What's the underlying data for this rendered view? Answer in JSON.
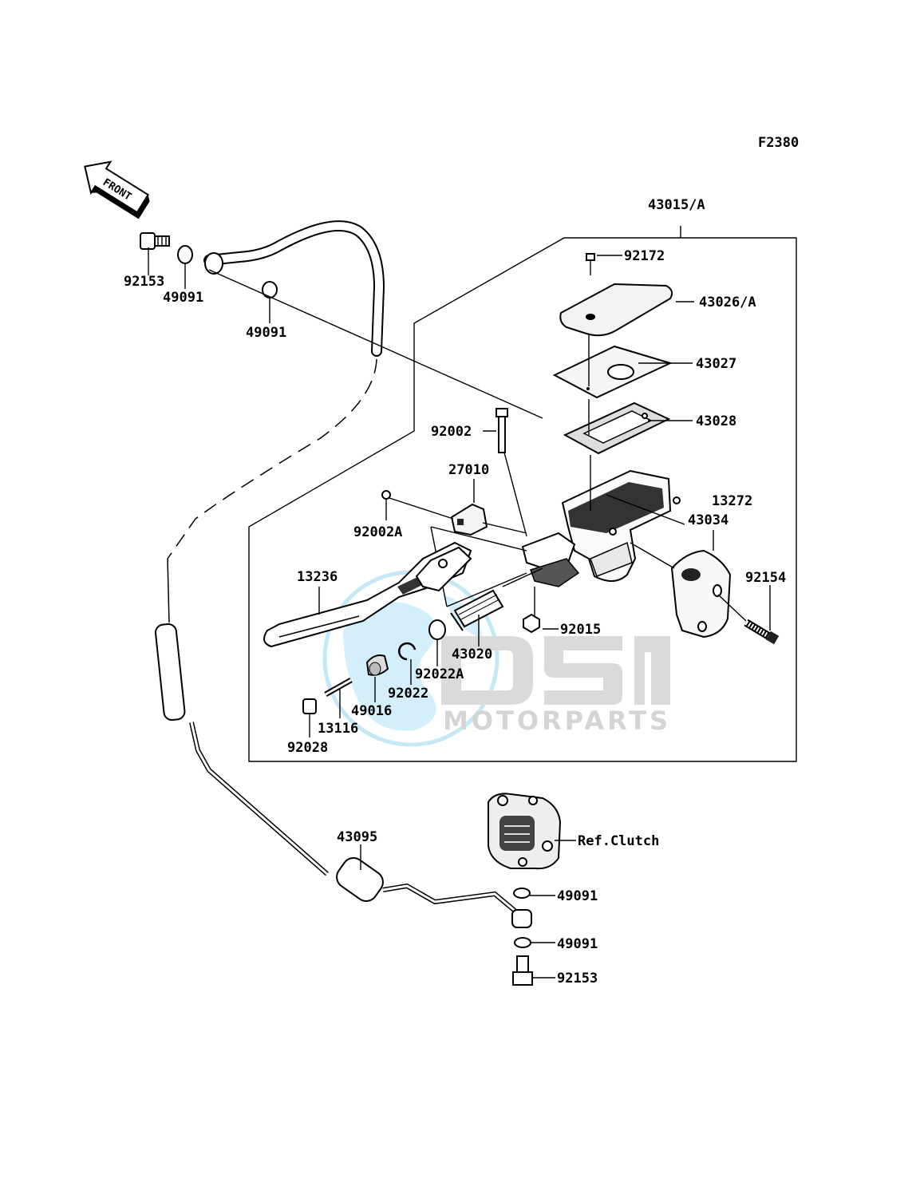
{
  "figure_code": "F2380",
  "front_label": "FRONT",
  "watermark": {
    "brand": "DSM",
    "sub": "MOTORPARTS"
  },
  "parts": [
    {
      "id": "p-43015a",
      "label": "43015/A"
    },
    {
      "id": "p-92172",
      "label": "92172"
    },
    {
      "id": "p-43026a",
      "label": "43026/A"
    },
    {
      "id": "p-43027",
      "label": "43027"
    },
    {
      "id": "p-43028",
      "label": "43028"
    },
    {
      "id": "p-92002",
      "label": "92002"
    },
    {
      "id": "p-27010",
      "label": "27010"
    },
    {
      "id": "p-13272",
      "label": "13272"
    },
    {
      "id": "p-92002a",
      "label": "92002A"
    },
    {
      "id": "p-43034",
      "label": "43034"
    },
    {
      "id": "p-13236",
      "label": "13236"
    },
    {
      "id": "p-92154",
      "label": "92154"
    },
    {
      "id": "p-92015",
      "label": "92015"
    },
    {
      "id": "p-43020",
      "label": "43020"
    },
    {
      "id": "p-92022a",
      "label": "92022A"
    },
    {
      "id": "p-92022",
      "label": "92022"
    },
    {
      "id": "p-49016",
      "label": "49016"
    },
    {
      "id": "p-13116",
      "label": "13116"
    },
    {
      "id": "p-92028",
      "label": "92028"
    },
    {
      "id": "p-92153-top",
      "label": "92153"
    },
    {
      "id": "p-49091-top1",
      "label": "49091"
    },
    {
      "id": "p-49091-top2",
      "label": "49091"
    },
    {
      "id": "p-43095",
      "label": "43095"
    },
    {
      "id": "p-refclutch",
      "label": "Ref.Clutch"
    },
    {
      "id": "p-49091-bot1",
      "label": "49091"
    },
    {
      "id": "p-49091-bot2",
      "label": "49091"
    },
    {
      "id": "p-92153-bot",
      "label": "92153"
    }
  ]
}
